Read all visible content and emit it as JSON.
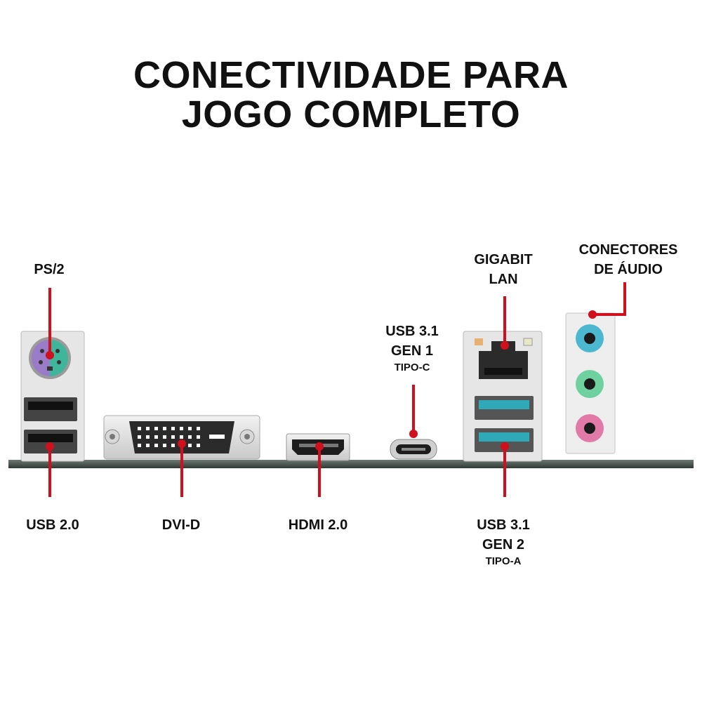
{
  "title": {
    "line1": "CONECTIVIDADE PARA",
    "line2": "JOGO COMPLETO"
  },
  "labels": {
    "ps2": "PS/2",
    "usb20": "USB 2.0",
    "dvid": "DVI-D",
    "hdmi": "HDMI 2.0",
    "usb31gen1_l1": "USB 3.1",
    "usb31gen1_l2": "GEN 1",
    "usb31gen1_l3": "TIPO-C",
    "lan_l1": "GIGABIT",
    "lan_l2": "LAN",
    "usb31gen2_l1": "USB 3.1",
    "usb31gen2_l2": "GEN 2",
    "usb31gen2_l3": "TIPO-A",
    "audio_l1": "CONECTORES",
    "audio_l2": "DE ÁUDIO"
  },
  "colors": {
    "leader": "#d0101c",
    "ps2_purple": "#9a7bc8",
    "ps2_green": "#3fb59a",
    "usb3_blue": "#2fa8b8",
    "audio_blue": "#4cb8d0",
    "audio_green": "#6fd0a0",
    "audio_pink": "#e27aa8"
  }
}
